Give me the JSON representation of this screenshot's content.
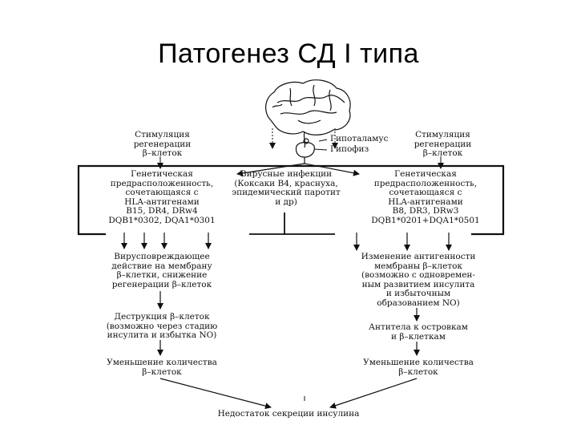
{
  "title": "Патогенез СД I типа",
  "labels": {
    "hypothalamus": "Гипоталамус",
    "hypophysis": "Гипофиз",
    "stim_left": "Стимуляция\nрегенерации\nβ–клеток",
    "stim_right": "Стимуляция\nрегенерации\nβ–клеток",
    "genetic_left": "Генетическая\nпредрасположенность,\nсочетающаяся с\nHLA-антигенами\nB15, DR4, DRw4\nDQB1*0302, DQA1*0301",
    "viral": "Вирусные инфекции\n(Коксаки В4, краснуха,\nэпидемический паротит\nи др)",
    "genetic_right": "Генетическая\nпредрасположенность,\nсочетающаяся с\nHLA-антигенами\nB8, DR3, DRw3\nDQB1*0201+DQA1*0501",
    "viral_damage": "Вирусповреждающее\nдействие на мембрану\nβ–клетки, снижение\nрегенерации β–клеток",
    "antigen_change": "Изменение антигенности\nмембраны β–клеток\n(возможно с одновремен-\nным развитием инсулита\nи избыточным\nобразованием NO)",
    "destruction": "Деструкция β–клеток\n(возможно через стадию\nинсулита и избытка NO)",
    "antibodies": "Антитела к островкам\nи β–клеткам",
    "decrease_left": "Уменьшение количества\nβ–клеток",
    "decrease_right": "Уменьшение количества\nβ–клеток",
    "insulin_deficit": "Недостаток секреции инсулина"
  },
  "icons": [
    "brain-icon"
  ]
}
